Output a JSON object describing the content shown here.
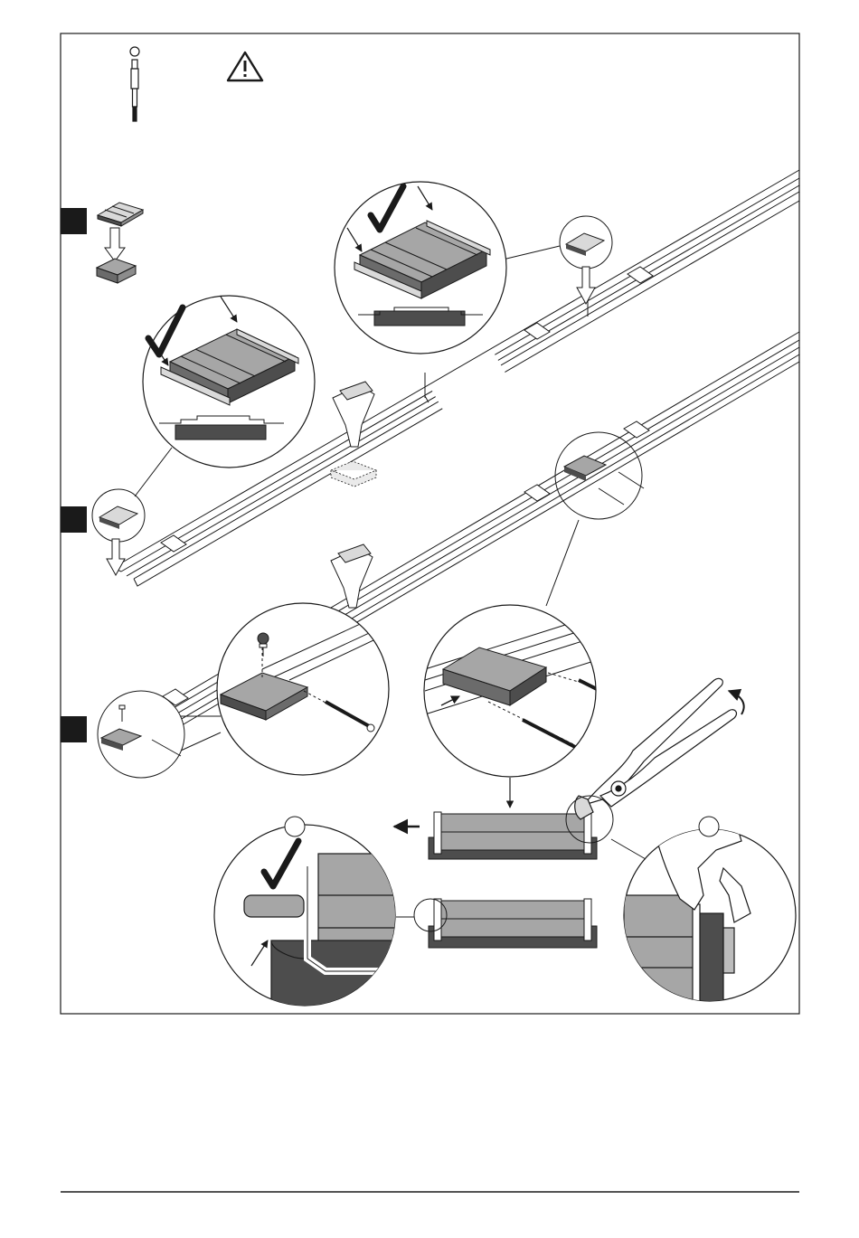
{
  "page": {
    "steps": [
      {
        "marker": "step-1"
      },
      {
        "marker": "step-2"
      },
      {
        "marker": "step-3"
      }
    ],
    "icons": [
      "tool-icon",
      "warning-icon",
      "checkmark-icon",
      "arrow-icon",
      "pliers-icon",
      "screw-icon",
      "pin-icon"
    ],
    "colors": {
      "ink": "#1a1a1a",
      "rail_fill": "#ffffff",
      "part_gray": "#8c8c8c",
      "part_light": "#bdbdbd",
      "part_dark": "#4d4d4d",
      "step_marker": "#1a1a1a"
    }
  }
}
